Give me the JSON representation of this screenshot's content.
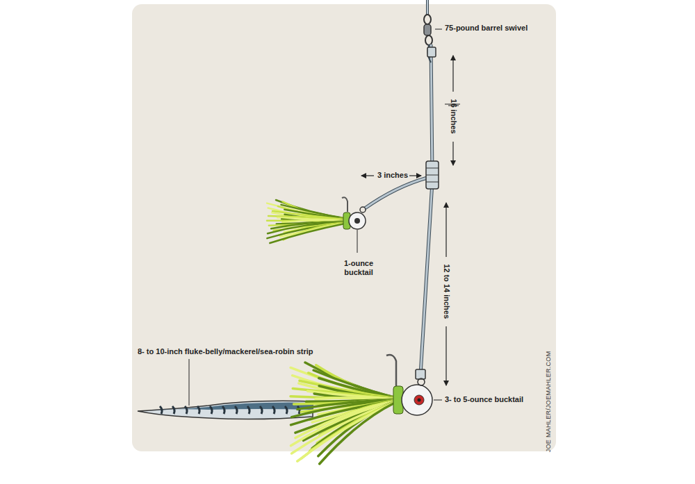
{
  "diagram": {
    "labels": [
      "75-pound barrel swivel",
      "16 inches",
      "3 inches",
      "1-ounce bucktail",
      "12 to 14 inches",
      "8- to 10-inch fluke-belly/mackerel/sea-robin strip",
      "3- to 5-ounce bucktail",
      "JOE MAHLER/JOEMAHLER.COM"
    ]
  }
}
